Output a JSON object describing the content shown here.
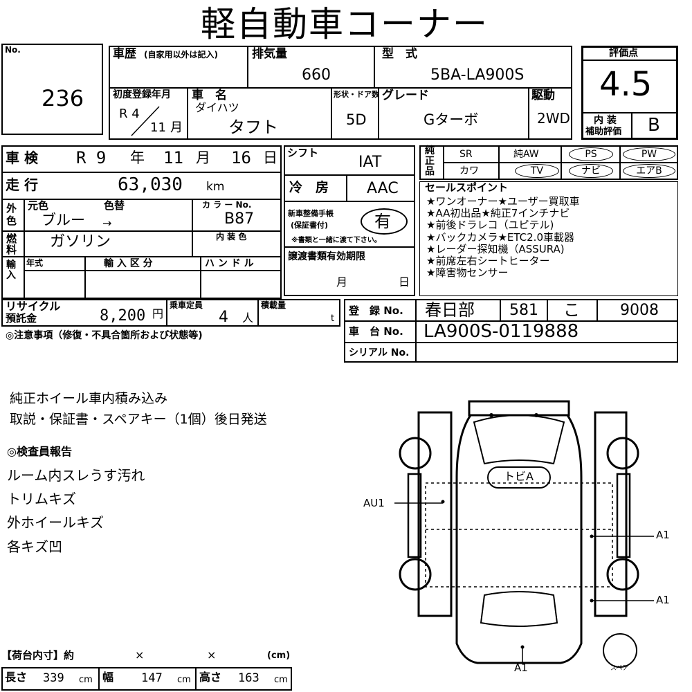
{
  "title": "軽自動車コーナー",
  "no_label": "No.",
  "no_value": "236",
  "history": {
    "label": "車歴",
    "note": "(自家用以外は記入)"
  },
  "displacement": {
    "label": "排気量",
    "value": "660"
  },
  "model": {
    "label": "型　式",
    "value": "5BA-LA900S"
  },
  "score": {
    "label": "評価点",
    "value": "4.5",
    "interior_label_1": "内 装",
    "interior_label_2": "補助評価",
    "interior_value": "B"
  },
  "first_reg": {
    "label": "初度登録年月",
    "era": "R 4",
    "month": "11",
    "month_unit": "月"
  },
  "name": {
    "label": "車　名",
    "maker": "ダイハツ",
    "value": "タフト"
  },
  "doors": {
    "label": "形状・ドア数",
    "value": "5D"
  },
  "grade": {
    "label": "グレード",
    "value": "Gターボ"
  },
  "drive": {
    "label": "駆動",
    "value": "2WD"
  },
  "inspection": {
    "label": "車 検",
    "era": "R 9",
    "year_unit": "年",
    "month": "11",
    "month_unit": "月",
    "day": "16",
    "day_unit": "日"
  },
  "mileage": {
    "label": "走 行",
    "value": "63,030",
    "unit": "km"
  },
  "shift": {
    "label": "シフト",
    "value": "IAT"
  },
  "ac": {
    "label": "冷　房",
    "value": "AAC"
  },
  "equip": {
    "label": "純正品",
    "sr": "SR",
    "aw": "純AW",
    "ps": "PS",
    "pw": "PW",
    "leather": "カワ",
    "tv": "TV",
    "navi": "ナビ",
    "airbag": "エアB"
  },
  "color": {
    "side_label": "外色",
    "orig_label": "元色",
    "change_label": "色替",
    "orig_value": "ブルー",
    "arrow": "→",
    "code_label": "カ ラ ー No.",
    "code_value": "B87",
    "interior_label": "内 装 色"
  },
  "fuel": {
    "label": "燃料",
    "value": "ガソリン"
  },
  "warranty": {
    "label_1": "新車整備手帳",
    "label_2": "(保証書付)",
    "value": "有",
    "note": "※書類と一緒に渡て下さい。"
  },
  "import": {
    "label": "輸入",
    "year_label": "年式",
    "class_label": "輸 入 区 分",
    "handle_label": "ハ ン ド ル"
  },
  "transfer": {
    "label": "譲渡書類有効期限",
    "month_unit": "月",
    "day_unit": "日"
  },
  "sales": {
    "label": "セールスポイント",
    "points": [
      "★ワンオーナー★ユーザー買取車",
      "★AA初出品★純正7インチナビ",
      "★前後ドラレコ（ユピテル)",
      "★バックカメラ★ETC2.0車載器",
      "★レーダー探知機（ASSURA)",
      "★前席左右シートヒーター",
      "★障害物センサー"
    ]
  },
  "recycle": {
    "label_1": "リサイクル",
    "label_2": "預託金",
    "value": "8,200",
    "unit": "円"
  },
  "capacity": {
    "label": "乗車定員",
    "value": "4",
    "unit": "人"
  },
  "load": {
    "label": "積載量",
    "unit": "t"
  },
  "registration": {
    "label": "登　録 No.",
    "area": "春日部",
    "cls": "581",
    "kana": "こ",
    "number": "9008"
  },
  "chassis": {
    "label": "車　台 No.",
    "value": "LA900S-0119888"
  },
  "serial": {
    "label": "シリアル No."
  },
  "notes_title": "◎注意事項（修復・不具合箇所および状態等)",
  "notes": [
    "純正ホイール車内積み込み",
    "取説・保証書・スペアキー（1個）後日発送"
  ],
  "inspector_title": "◎検査員報告",
  "inspector": [
    "ルーム内スレうす汚れ",
    "トリムキズ",
    "外ホイールキズ",
    "各キズ凹"
  ],
  "diagram": {
    "roof": "トビA",
    "left": "AU1",
    "right_1": "A1",
    "right_2": "A1",
    "bottom": "A1",
    "spare": "スペア"
  },
  "cargo": {
    "title": "【荷台内寸】約",
    "x1": "×",
    "x2": "×",
    "unit": "(cm)",
    "length_label": "長さ",
    "length": "339",
    "width_label": "幅",
    "width": "147",
    "height_label": "高さ",
    "height": "163",
    "cm": "cm"
  }
}
